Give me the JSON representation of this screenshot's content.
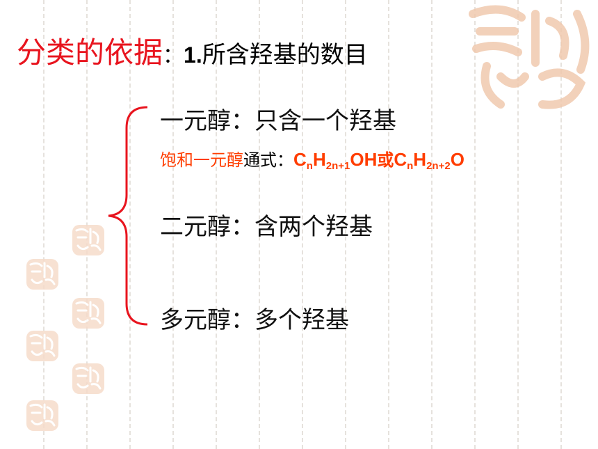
{
  "title": {
    "main": "分类的依据",
    "separator": "：",
    "number": "1.",
    "subtitle": "所含羟基的数目"
  },
  "items": [
    {
      "label": "一元醇：只含一个羟基"
    },
    {
      "label": "二元醇：含两个羟基"
    },
    {
      "label": "多元醇：多个羟基"
    }
  ],
  "formula": {
    "red_label": "饱和一元醇",
    "black_label": "通式：",
    "formula1": {
      "c": "C",
      "n": "n",
      "h": "H",
      "hsub": "2n+1",
      "tail": "OH"
    },
    "connector": "或",
    "formula2": {
      "c": "C",
      "n": "n",
      "h": "H",
      "hsub": "2n+2",
      "tail": "O"
    }
  },
  "colors": {
    "title_red": "#e8141e",
    "formula_red": "#ff3d00",
    "brace_red": "#e8141e",
    "grid_line": "#e6e2dd",
    "stamp": "#f0c9ae"
  },
  "icons": [
    "brace-icon",
    "seal-stamp-icon"
  ]
}
